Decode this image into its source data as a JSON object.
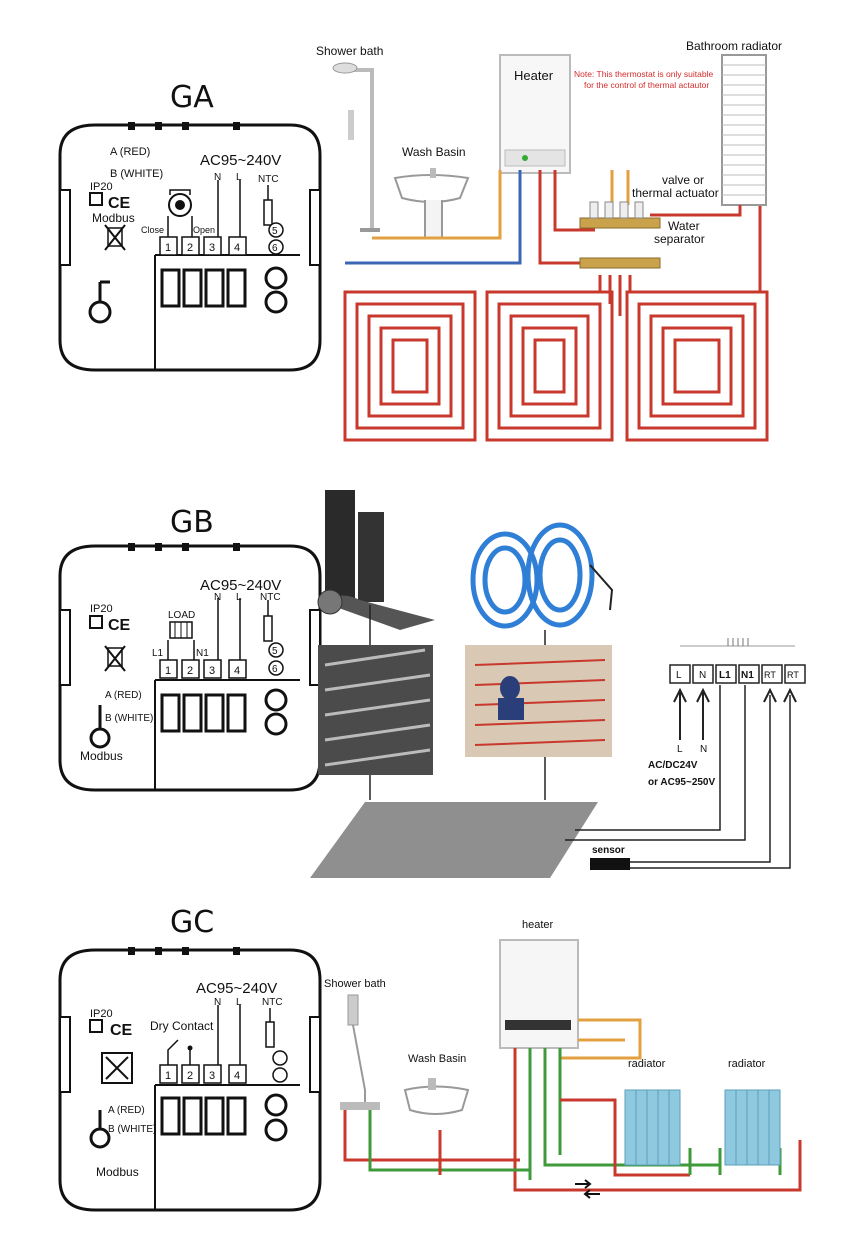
{
  "sections": [
    {
      "title": "GA",
      "device": {
        "voltage": "AC95~240V",
        "wire_a": "A (RED)",
        "wire_b": "B (WHITE)",
        "ip": "IP20",
        "ce": "CE",
        "protocol": "Modbus",
        "n_label": "N",
        "l_label": "L",
        "ntc_label": "NTC",
        "close_label": "Close",
        "open_label": "Open",
        "terminals": [
          "1",
          "2",
          "3",
          "4"
        ],
        "sensor_terminals": [
          "5",
          "6"
        ]
      },
      "illustration": {
        "shower": "Shower bath",
        "heater": "Heater",
        "basin": "Wash Basin",
        "note_line1": "Note: This thermostat is only suitable",
        "note_line2": "for the control of thermal actautor",
        "radiator": "Bathroom radiator",
        "valve_line1": "valve or",
        "valve_line2": "thermal actuator",
        "separator_line1": "Water",
        "separator_line2": "separator"
      }
    },
    {
      "title": "GB",
      "device": {
        "voltage": "AC95~240V",
        "wire_a": "A (RED)",
        "wire_b": "B (WHITE)",
        "ip": "IP20",
        "ce": "CE",
        "protocol": "Modbus",
        "n_label": "N",
        "l_label": "L",
        "ntc_label": "NTC",
        "load_label": "LOAD",
        "l1_label": "L1",
        "n1_label": "N1",
        "terminals": [
          "1",
          "2",
          "3",
          "4"
        ],
        "sensor_terminals": [
          "5",
          "6"
        ]
      },
      "illustration": {
        "strip": [
          "L",
          "N",
          "L1",
          "N1",
          "RT",
          "RT"
        ],
        "supply_line1": "AC/DC24V",
        "supply_line2": "or  AC95~250V",
        "sensor": "sensor",
        "arrow_l": "L",
        "arrow_n": "N"
      }
    },
    {
      "title": "GC",
      "device": {
        "voltage": "AC95~240V",
        "wire_a": "A (RED)",
        "wire_b": "B (WHITE)",
        "ip": "IP20",
        "ce": "CE",
        "protocol": "Modbus",
        "n_label": "N",
        "l_label": "L",
        "ntc_label": "NTC",
        "dry_contact": "Dry Contact",
        "terminals": [
          "1",
          "2",
          "3",
          "4"
        ]
      },
      "illustration": {
        "shower": "Shower bath",
        "basin": "Wash Basin",
        "heater": "heater",
        "radiator1": "radiator",
        "radiator2": "radiator"
      }
    }
  ],
  "colors": {
    "pipe_red": "#c8382c",
    "pipe_orange": "#e2a040",
    "pipe_blue": "#3a66b5",
    "pipe_green": "#3f9a3a",
    "note_red": "#d42c2c",
    "cable_blue": "#2f7fd6",
    "mat_gray": "#8f8f8f"
  }
}
